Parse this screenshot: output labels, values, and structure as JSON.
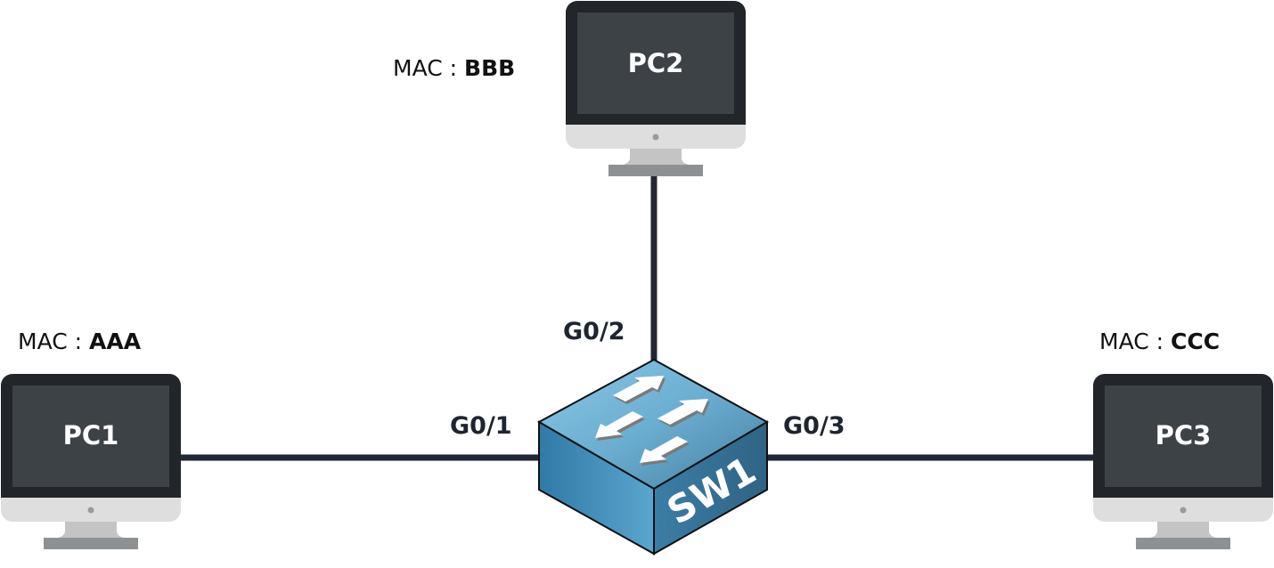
{
  "diagram": {
    "type": "network-topology",
    "colors": {
      "link": "#222833",
      "monitor_bezel": "#222529",
      "monitor_screen": "#3d4247",
      "monitor_chin": "#dedede",
      "monitor_neck": "#c4c4c4",
      "monitor_base": "#8e9194",
      "switch_top": "#5f9fc2",
      "switch_left": "#3a87b3",
      "switch_right": "#3c789b"
    },
    "switch": {
      "name": "SW1",
      "icon": "switch-icon"
    },
    "pcs": [
      {
        "name": "PC1",
        "mac_prefix": "MAC : ",
        "mac": "AAA",
        "port": "G0/1",
        "icon": "monitor-icon"
      },
      {
        "name": "PC2",
        "mac_prefix": "MAC : ",
        "mac": "BBB",
        "port": "G0/2",
        "icon": "monitor-icon"
      },
      {
        "name": "PC3",
        "mac_prefix": "MAC : ",
        "mac": "CCC",
        "port": "G0/3",
        "icon": "monitor-icon"
      }
    ],
    "links": [
      {
        "from": "PC1",
        "to": "SW1",
        "port": "G0/1"
      },
      {
        "from": "PC2",
        "to": "SW1",
        "port": "G0/2"
      },
      {
        "from": "PC3",
        "to": "SW1",
        "port": "G0/3"
      }
    ]
  }
}
